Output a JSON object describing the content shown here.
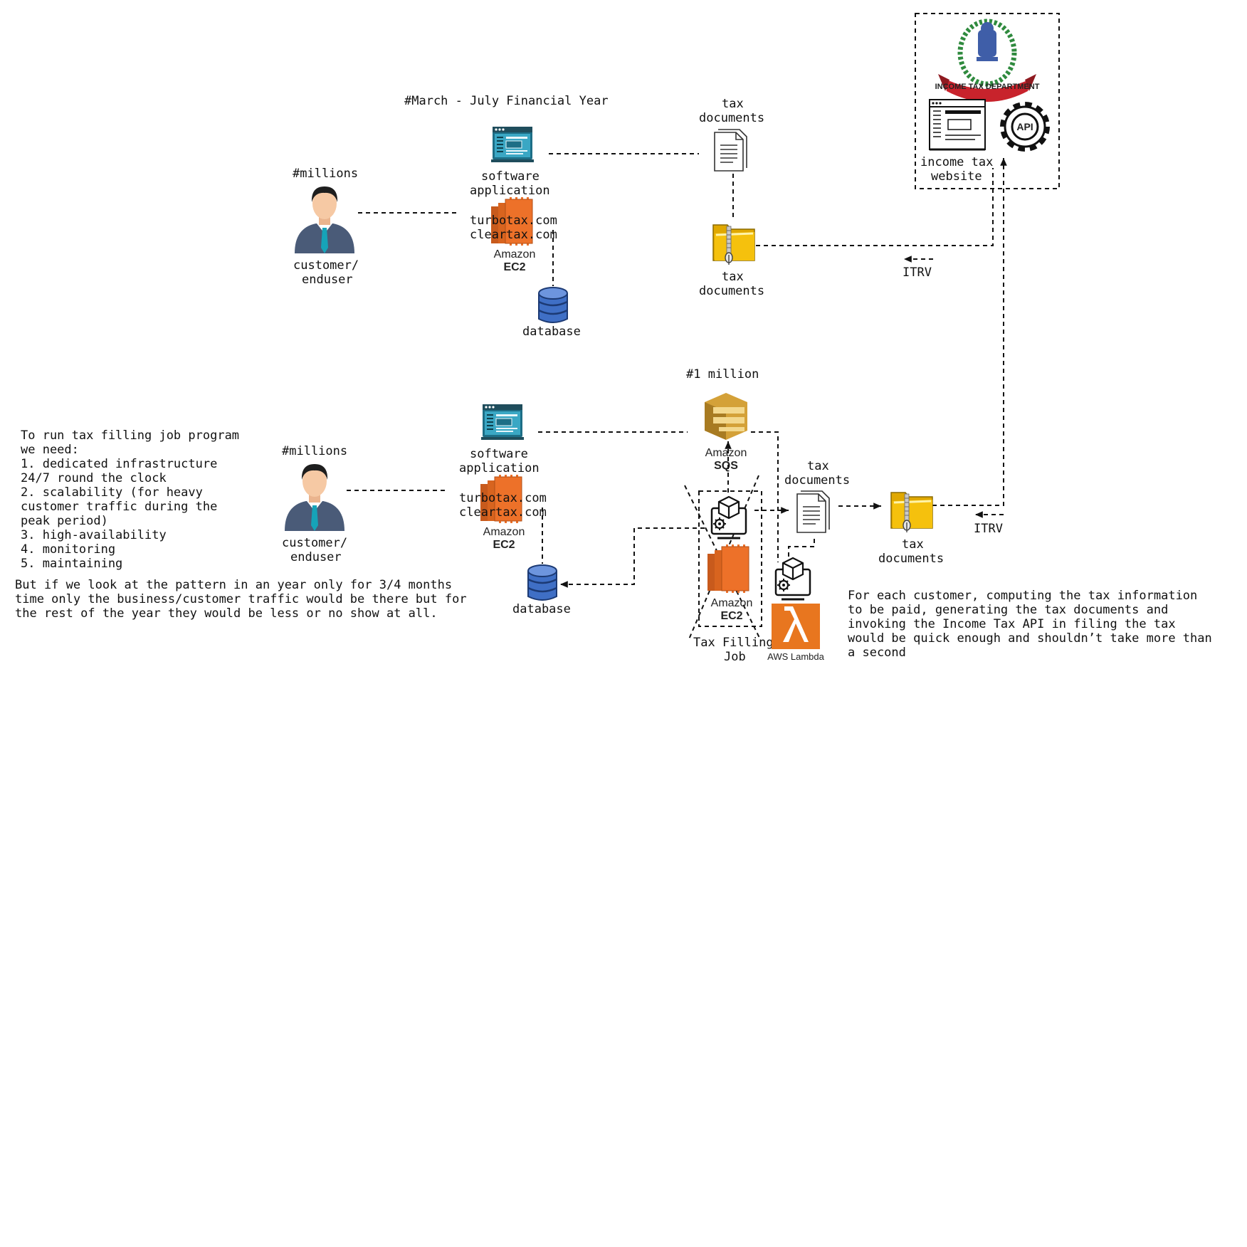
{
  "diagram": {
    "top": {
      "heading": "#March - July Financial Year",
      "users_count": "#millions",
      "user_label": [
        "customer/",
        "enduser"
      ],
      "app_label": [
        "software",
        "application"
      ],
      "sites": [
        "turbotax.com",
        "cleartax.com"
      ],
      "ec2": [
        "Amazon",
        "EC2"
      ],
      "db_label": "database",
      "docs_label": [
        "tax",
        "documents"
      ],
      "folder_label": [
        "tax",
        "documents"
      ],
      "itrv": "ITRV"
    },
    "gov": {
      "site_label": [
        "income tax",
        "website"
      ],
      "api": "API",
      "dept_banner": "INCOME TAX DEPARTMENT"
    },
    "bottom": {
      "users_count": "#millions",
      "user_label": [
        "customer/",
        "enduser"
      ],
      "app_label": [
        "software",
        "application"
      ],
      "sites": [
        "turbotax.com",
        "cleartax.com"
      ],
      "ec2": [
        "Amazon",
        "EC2"
      ],
      "db_label": "database",
      "queue_count": "#1 million",
      "sqs": [
        "Amazon",
        "SQS"
      ],
      "job_ec2": [
        "Amazon",
        "EC2"
      ],
      "job_label": [
        "Tax Filling",
        "Job"
      ],
      "lambda": "AWS Lambda",
      "docs_label": [
        "tax",
        "documents"
      ],
      "folder_label": [
        "tax",
        "documents"
      ],
      "itrv": "ITRV"
    },
    "notes": {
      "needs": [
        "To run tax filling job program",
        "we need:",
        "1. dedicated infrastructure",
        "24/7 round the clock",
        "2. scalability (for heavy",
        "customer traffic during the",
        "peak period)",
        "3. high-availability",
        "4. monitoring",
        "5. maintaining"
      ],
      "pattern": [
        "But if we look at the pattern in an year only for 3/4 months",
        "time only the business/customer traffic would be there but for",
        "the rest of the year they would be less or no show at all."
      ],
      "lambda_note": [
        "For each customer, computing the tax information",
        "to be paid, generating the tax documents and",
        "invoking the Income Tax API in filing the tax",
        "would be quick enough and shouldn’t take more than",
        "a second"
      ]
    },
    "colors": {
      "ec2": "#ed7129",
      "ec2_dark": "#c85a1c",
      "lambda": "#e8761f",
      "sqs": "#d4a138",
      "sqs_dark": "#a87b22",
      "db": "#3f6fc5",
      "folder": "#f5c10d",
      "suit": "#4a5b78",
      "skin": "#f6c9a4",
      "tie": "#16a3b8",
      "banner": "#c8232c",
      "wreath": "#2f8a3e"
    }
  }
}
